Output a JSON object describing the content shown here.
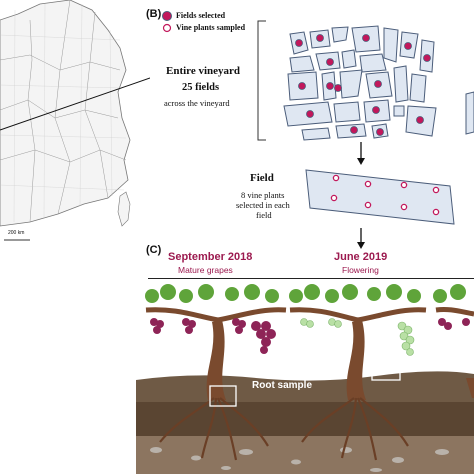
{
  "panel_b": {
    "label": "(B)",
    "legend": {
      "fields_selected": "Fields selected",
      "vine_plants_sampled": "Vine plants sampled"
    },
    "vineyard": {
      "title": "Entire vineyard",
      "count": "25 fields",
      "subtitle": "across the vineyard"
    },
    "field": {
      "title": "Field",
      "desc_line1": "8 vine plants",
      "desc_line2": "selected in each",
      "desc_line3": "field"
    }
  },
  "panel_c": {
    "label": "(C)",
    "season1": {
      "date": "September 2018",
      "stage": "Mature grapes"
    },
    "season2": {
      "date": "June 2019",
      "stage": "Flowering"
    },
    "root_label": "Root sample"
  },
  "map": {
    "scale_label": "200 km"
  },
  "colors": {
    "field_fill": "#dfe7f2",
    "field_stroke": "#4b5d7a",
    "dot_fill": "#c2185b",
    "accent": "#9c1a4f",
    "soil_dark": "#4a3526",
    "soil_mid": "#6f5a45",
    "soil_light": "#a48c70",
    "trunk": "#7a4a2e",
    "leaf": "#5fa43a",
    "grape": "#8e2457",
    "flower": "#b9e0a5"
  }
}
